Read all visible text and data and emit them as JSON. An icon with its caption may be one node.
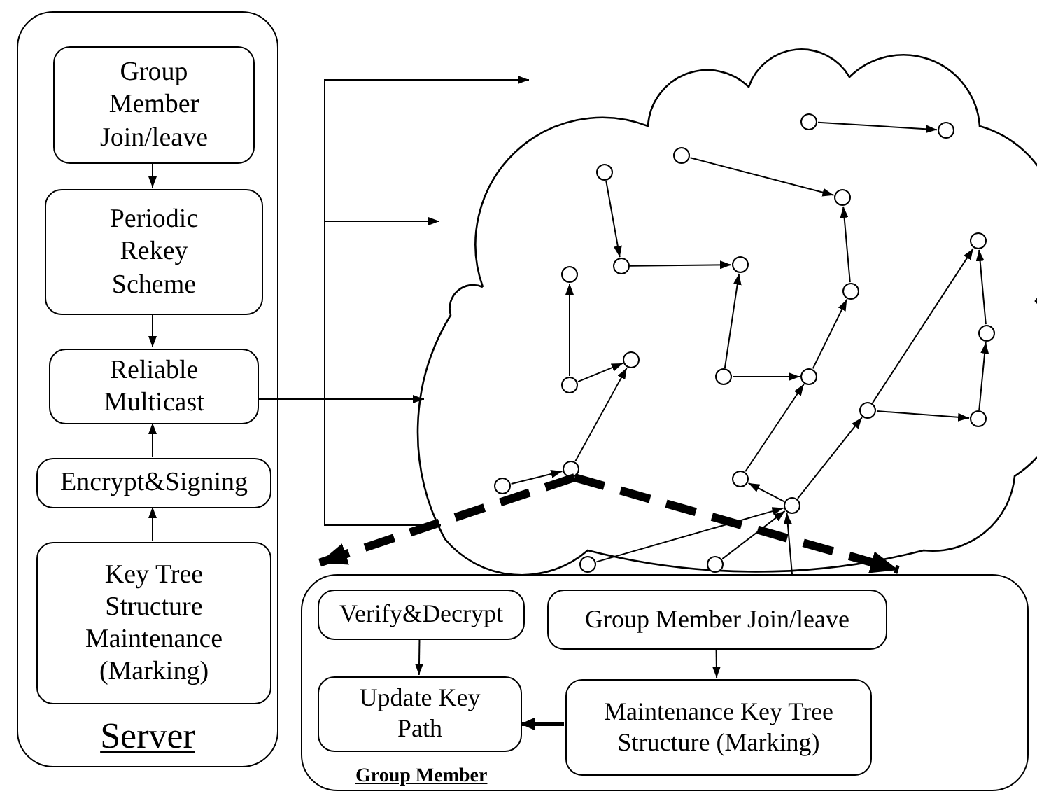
{
  "diagram": {
    "nodes": [
      {
        "text": [
          "Server"
        ]
      },
      {
        "text": [
          "Group Member Join/leave"
        ],
        "in": 0
      },
      {
        "text": [
          "Periodic Rekey Scheme"
        ],
        "in": 0
      },
      {
        "text": [
          "Reliable Multicast"
        ],
        "in": 0
      },
      {
        "text": [
          "Encrypt&Signing"
        ],
        "in": 0
      },
      {
        "text": [
          "Key Tree Structure Maintenance (Marking)"
        ],
        "in": 0
      },
      {
        "text": [],
        "shape": "cloud"
      },
      {
        "text": [],
        "shape": "circle",
        "in": 6
      },
      {
        "text": [],
        "shape": "circle",
        "in": 6
      },
      {
        "text": [],
        "shape": "circle",
        "in": 6
      },
      {
        "text": [],
        "shape": "circle",
        "in": 6
      },
      {
        "text": [],
        "shape": "circle",
        "in": 6
      },
      {
        "text": [],
        "shape": "circle",
        "in": 6
      },
      {
        "text": [],
        "shape": "circle",
        "in": 6
      },
      {
        "text": [],
        "shape": "circle",
        "in": 6
      },
      {
        "text": [],
        "shape": "circle",
        "in": 6
      },
      {
        "text": [],
        "shape": "circle",
        "in": 6
      },
      {
        "text": [],
        "shape": "circle",
        "in": 6
      },
      {
        "text": [],
        "shape": "circle",
        "in": 6
      },
      {
        "text": [],
        "shape": "circle",
        "in": 6
      },
      {
        "text": [],
        "shape": "circle",
        "in": 6
      },
      {
        "text": [],
        "shape": "circle",
        "in": 6
      },
      {
        "text": [],
        "shape": "circle",
        "in": 6
      },
      {
        "text": [],
        "shape": "circle",
        "in": 6
      },
      {
        "text": [],
        "shape": "circle",
        "in": 6
      },
      {
        "text": [],
        "shape": "circle",
        "in": 6
      },
      {
        "text": [],
        "shape": "circle",
        "in": 6
      },
      {
        "text": [],
        "shape": "circle",
        "in": 6
      },
      {
        "text": [],
        "shape": "circle",
        "in": 6
      },
      {
        "text": [],
        "shape": "circle",
        "in": 6
      },
      {
        "text": [
          "Group Member"
        ]
      },
      {
        "text": [
          "Verify&Decrypt"
        ],
        "in": 30
      },
      {
        "text": [
          "Group Member Join/leave"
        ],
        "in": 30
      },
      {
        "text": [
          "Update Key Path"
        ],
        "in": 30
      },
      {
        "text": [
          "Maintenance Key Tree Structure (Marking)"
        ],
        "in": 30
      }
    ],
    "edges": [
      {
        "from": 1,
        "to": 2,
        "arrow": "to"
      },
      {
        "from": 2,
        "to": 3,
        "arrow": "to"
      },
      {
        "from": 4,
        "to": 3,
        "arrow": "to"
      },
      {
        "from": 5,
        "to": 4,
        "arrow": "to"
      },
      {
        "from": 3,
        "to": 6,
        "arrow": "to"
      },
      {
        "from": 3,
        "to": 6,
        "arrow": "to"
      },
      {
        "from": 3,
        "to": 6,
        "arrow": "to"
      },
      {
        "from": 3,
        "to": 6,
        "arrow": "none"
      },
      {
        "from": 7,
        "to": 8,
        "arrow": "to"
      },
      {
        "from": 9,
        "to": 11,
        "arrow": "to"
      },
      {
        "from": 10,
        "to": 14,
        "arrow": "to"
      },
      {
        "from": 14,
        "to": 13,
        "arrow": "to"
      },
      {
        "from": 21,
        "to": 15,
        "arrow": "to"
      },
      {
        "from": 16,
        "to": 11,
        "arrow": "to"
      },
      {
        "from": 17,
        "to": 12,
        "arrow": "to"
      },
      {
        "from": 23,
        "to": 17,
        "arrow": "to"
      },
      {
        "from": 22,
        "to": 12,
        "arrow": "to"
      },
      {
        "from": 22,
        "to": 23,
        "arrow": "to"
      },
      {
        "from": 19,
        "to": 13,
        "arrow": "to"
      },
      {
        "from": 19,
        "to": 20,
        "arrow": "to"
      },
      {
        "from": 20,
        "to": 16,
        "arrow": "to"
      },
      {
        "from": 21,
        "to": 18,
        "arrow": "to"
      },
      {
        "from": 24,
        "to": 18,
        "arrow": "to"
      },
      {
        "from": 26,
        "to": 24,
        "arrow": "to"
      },
      {
        "from": 25,
        "to": 20,
        "arrow": "to"
      },
      {
        "from": 27,
        "to": 25,
        "arrow": "to"
      },
      {
        "from": 27,
        "to": 22,
        "arrow": "to"
      },
      {
        "from": 28,
        "to": 27,
        "arrow": "to"
      },
      {
        "from": 29,
        "to": 27,
        "arrow": "to"
      },
      {
        "from": 30,
        "to": 27,
        "arrow": "to"
      },
      {
        "from": 24,
        "to": 30,
        "arrow": "to",
        "style": "dashed"
      },
      {
        "from": 24,
        "to": 30,
        "arrow": "to",
        "style": "dashed"
      },
      {
        "from": 31,
        "to": 33,
        "arrow": "to"
      },
      {
        "from": 32,
        "to": 34,
        "arrow": "to"
      },
      {
        "from": 34,
        "to": 33,
        "arrow": "to",
        "style": "thick"
      }
    ]
  }
}
